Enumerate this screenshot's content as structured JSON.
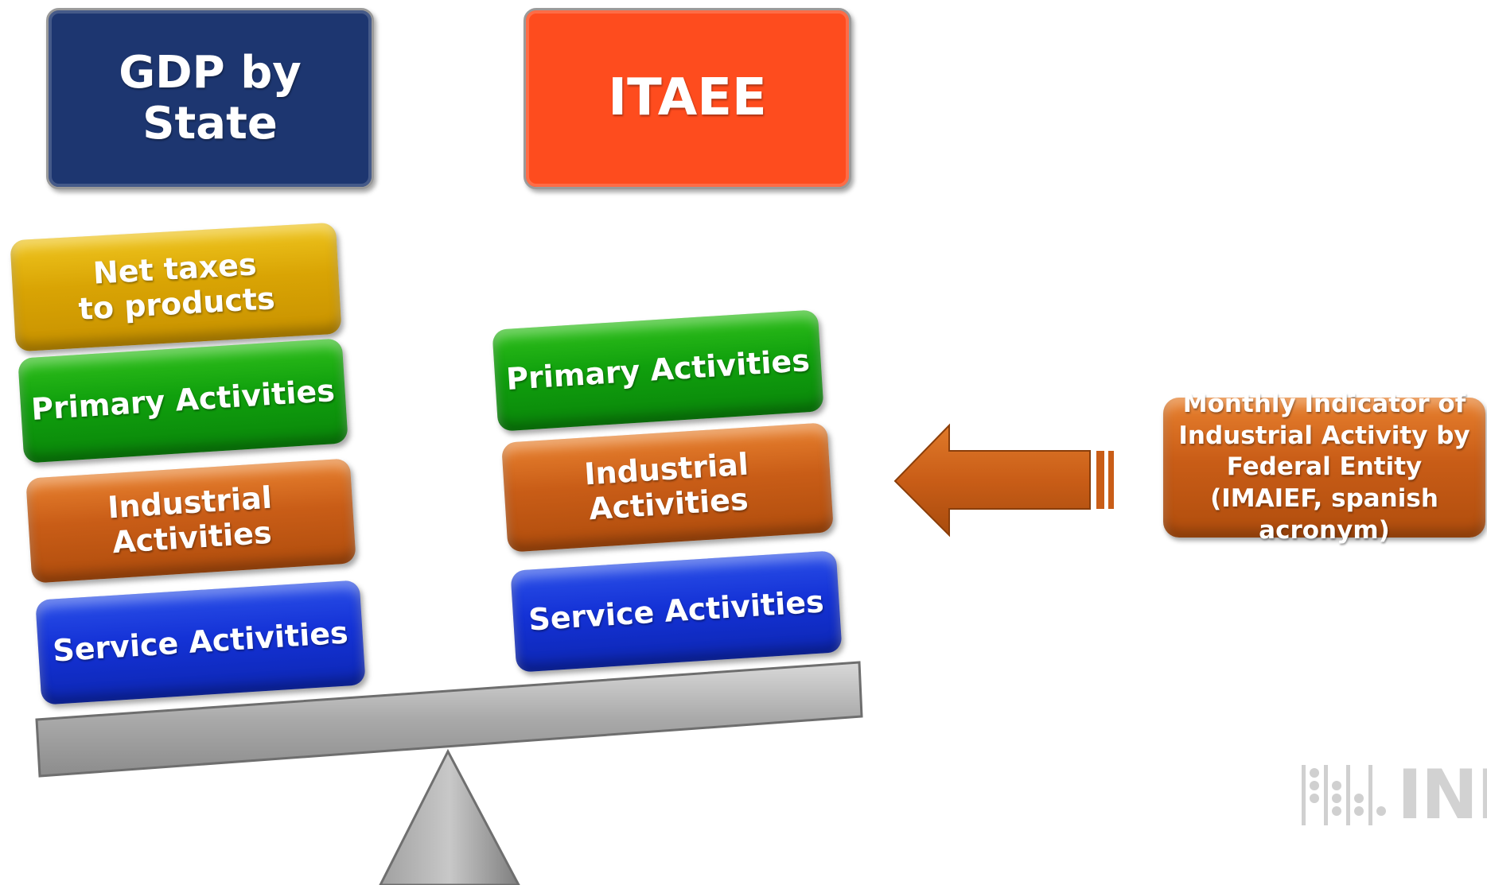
{
  "headers": {
    "gdp_by_state": "GDP by State",
    "itaee": "ITAEE"
  },
  "left_stack": {
    "net_taxes": "Net taxes to products",
    "primary": "Primary Activities",
    "industrial": "Industrial Activities",
    "service": "Service Activities"
  },
  "right_stack": {
    "primary": "Primary Activities",
    "industrial": "Industrial Activities",
    "service": "Service Activities"
  },
  "side_box": {
    "text": "Monthly Indicator of Industrial Activity by Federal Entity (IMAIEF, spanish acronym)"
  },
  "logo": {
    "text": "INEGI"
  },
  "colors": {
    "navy": "#1d3670",
    "orange_red": "#fe4c1e",
    "yellow": "#d9a404",
    "green": "#10a00d",
    "orange": "#c95d17",
    "blue": "#1432d6",
    "gray": "#b5b5b5"
  }
}
